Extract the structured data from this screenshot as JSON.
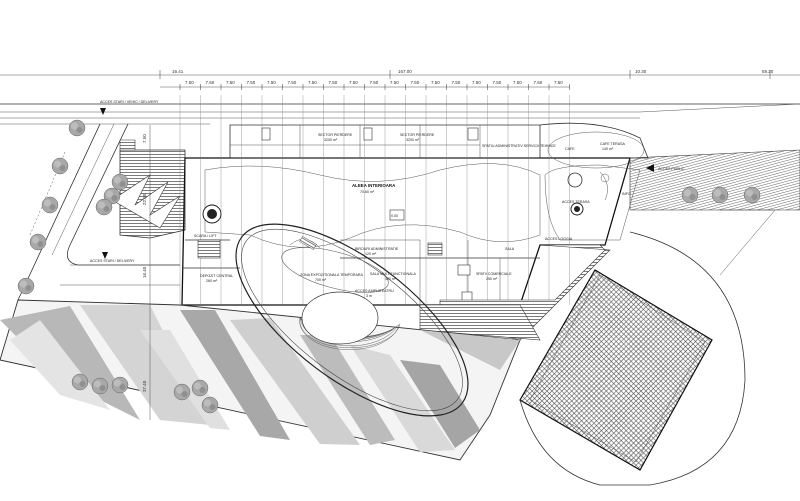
{
  "dimensions": {
    "overall": [
      "16.41",
      "167.00",
      "10.30",
      "59.20"
    ],
    "bays": [
      "7.50",
      "7.50",
      "7.50",
      "7.50",
      "7.50",
      "7.50",
      "7.50",
      "7.50",
      "7.50",
      "7.50",
      "7.50",
      "7.50",
      "7.50",
      "7.50",
      "7.50",
      "7.50",
      "7.50",
      "7.50",
      "7.50"
    ],
    "side": [
      "7.50",
      "22.50",
      "16.40",
      "37.40"
    ]
  },
  "labels": {
    "access_top_left": "ACCES STARI / VEHIC / DELIVERY",
    "access_left": "ACCES STARI / DELIVERY",
    "access_right": "ACCES PUBLIC",
    "hall": "ALEEA INTERIOARA",
    "hall_area": "70.60 m²",
    "parking_1": "SECTOR PIERDERE",
    "parking_1_area": "3200 m²",
    "parking_2": "SECTOR PIERDERE",
    "parking_2_area": "3200 m²",
    "room_top": "SPATIU ADMINISTRATIV SERVICII TEHNICE",
    "room_right_top": "CAFE TERASA",
    "room_right_area": "140 m²",
    "room_right_small": "CAFE",
    "room_right_small2": "ACCES TERASA",
    "room_mid": "ZONA EXPOZITIONALA TEMPORARA",
    "room_mid_area": "700 m²",
    "room_left": "DEPOZIT CENTRAL",
    "room_left_area": "260 m²",
    "room_center": "BIROURI ADMINISTRATIE",
    "room_center_area": "120 m²",
    "room_center2": "SALA MULTIFUNCTIONALA",
    "room_center2_area": "300 m²",
    "room_right_mid": "SALA",
    "room_right_mid2": "SPATII COMERCIALE",
    "room_right_mid2_area": "250 m²",
    "room_bottom": "ACCES AMPHITEATRU",
    "room_bottom_area": "3 m",
    "entry_small": "ACCES LOGGIA",
    "room_core": "SCARA / LIFT",
    "kiosk": "INFO",
    "marker": "0.00"
  },
  "colors": {
    "line": "#333333",
    "hatch_dark": "#8a8a8a",
    "hatch_mid": "#b5b5b5",
    "hatch_light": "#d6d6d6",
    "tree": "#9a9a9a"
  },
  "icons": {
    "access_arrow": "triangle-arrow-icon",
    "tree": "tree-icon"
  }
}
